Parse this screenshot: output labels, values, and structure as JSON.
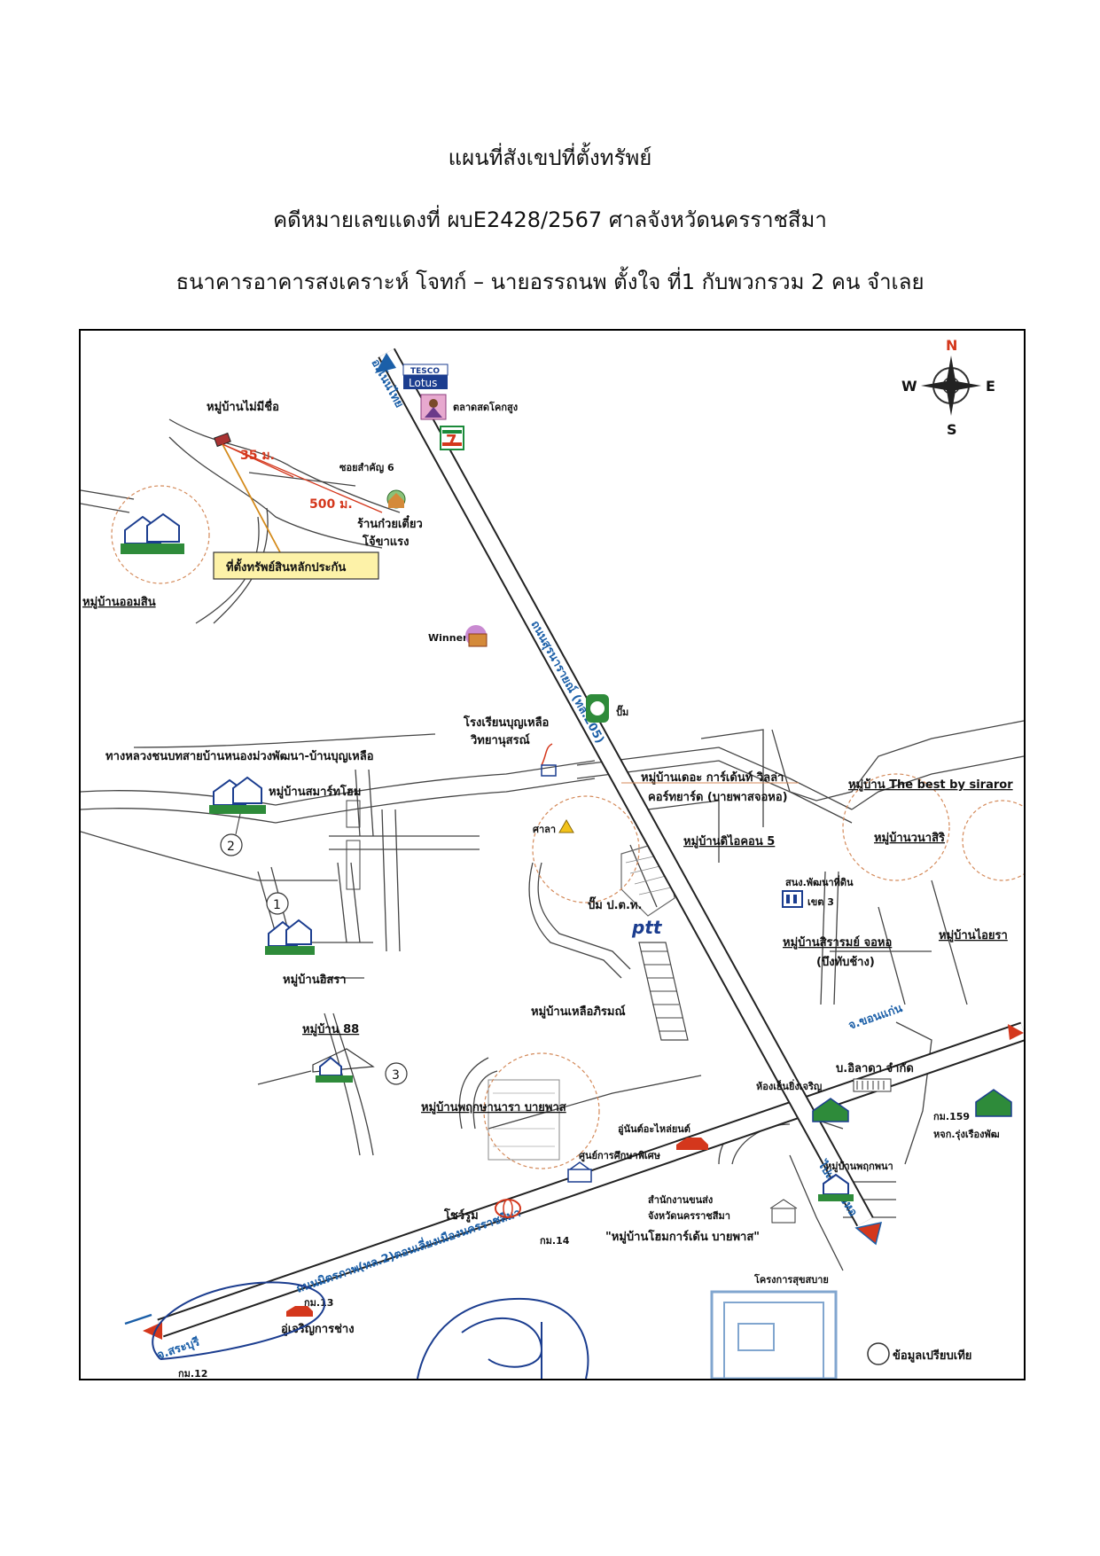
{
  "header": {
    "line1": "แผนที่สังเขปที่ตั้งทรัพย์",
    "line2": "คดีหมายเลขแดงที่ ผบE2428/2567 ศาลจังหวัดนครราชสีมา",
    "line3": "ธนาคารอาคารสงเคราะห์ โจทก์ – นายอรรถนพ ตั้งใจ ที่1 กับพวกรวม 2 คน จำเลย"
  },
  "compass": {
    "n": "N",
    "s": "S",
    "e": "E",
    "w": "W"
  },
  "places": {
    "tesco_top": "TESCO",
    "tesco_bottom": "Lotus",
    "market": "ตลาดสดโคกสูง",
    "seven_eleven": "7",
    "village_no_name": "หมู่บ้านไม่มีชื่อ",
    "soi": "ซอยสำคัญ 6",
    "dist_35": "35 ม.",
    "dist_500": "500 ม.",
    "noodle_1": "ร้านก๋วยเตี๋ยว",
    "noodle_2": "โจ้ขาแรง",
    "collateral": "ที่ตั้งทรัพย์สินหลักประกัน",
    "om_sin": "หมู่บ้านออมสิน",
    "winner": "Winner",
    "pump": "ปั๊ม",
    "school_1": "โรงเรียนบุญเหลือ",
    "school_2": "วิทยานุสรณ์",
    "rural_road": "ทางหลวงชนบทสายบ้านหนองม่วงพัฒนา-บ้านบุญเหลือ",
    "smart_home": "หมู่บ้านสมาร์ทโฮม",
    "garden_villa_1": "หมู่บ้านเดอะ การ์เด้นท์ วิลล่า",
    "garden_villa_2": "คอร์ทยาร์ด (บายพาสจอหอ)",
    "best_by": "หมู่บ้าน The best by siraror",
    "sala": "ศาลา",
    "d_icon": "หมู่บ้านดิไอคอน 5",
    "wanasiri": "หมู่บ้านวนาสิริ",
    "land_office_1": "สนง.พัฒนาที่ดิน",
    "land_office_2": "เขต 3",
    "isara": "หมู่บ้านอิสรา",
    "ptt_label": "ปั๊ม ป.ต.ท.",
    "ptt_logo": "ptt",
    "sirarom_1": "หมู่บ้านสิรารมย์ จอหอ",
    "sirarom_2": "(บึงทับช้าง)",
    "ai_yara": "หมู่บ้านไอยรา",
    "luea_phirom": "หมู่บ้านเหลือภิรมณ์",
    "village_88": "หมู่บ้าน 88",
    "num_1": "1",
    "num_2": "2",
    "num_3": "3",
    "cold_store": "ห้องเย็นยิ่งเจริญ",
    "ilada": "บ.อิลาดา จำกัด",
    "khon_kaen": "จ.ขอนแก่น",
    "km159": "กม.159",
    "rung_rueang": "หจก.รุ่งเรืองพัฒ",
    "pruksa": "หมู่บ้านพฤกษานารา บายพาส",
    "auto_parts": "อู่นันต์อะไหล่ยนต์",
    "special_ed": "ศูนย์การศึกษาพิเศษ",
    "pruk_phana": "หมู่บ้านพฤกพนา",
    "showroom": "โชว์รูม",
    "transport_1": "สำนักงานขนส่ง",
    "transport_2": "จังหวัดนครราชสีมา",
    "home_garden": "\"หมู่บ้านโฮมการ์เด้น บายพาส\"",
    "km14": "กม.14",
    "km13": "กม.13",
    "u_charoen": "อู่เจริญการช่าง",
    "happy_project": "โครงการสุขสบาย",
    "saraburi": "จ.สระบุรี",
    "km12": "กม.12",
    "compare": "ข้อมูลเปรียบเทีย",
    "to_nong_khai": "อ.โนนไทย",
    "road_205": "ถนนสุรนารายณ์ (ทล.205)",
    "road_2": "ถนนมิตรภาพ(ทล.2)ตอนเลี่ยงเมืองนครราชสีมา",
    "to_chok_hor": "ไปแยกจอหอ"
  },
  "colors": {
    "road_blue": "#1b5fa8",
    "road_fill": "#ffffff",
    "callout_fill": "#fdf2a8",
    "red_label": "#d4371c",
    "icon_green": "#2e8b3a"
  }
}
